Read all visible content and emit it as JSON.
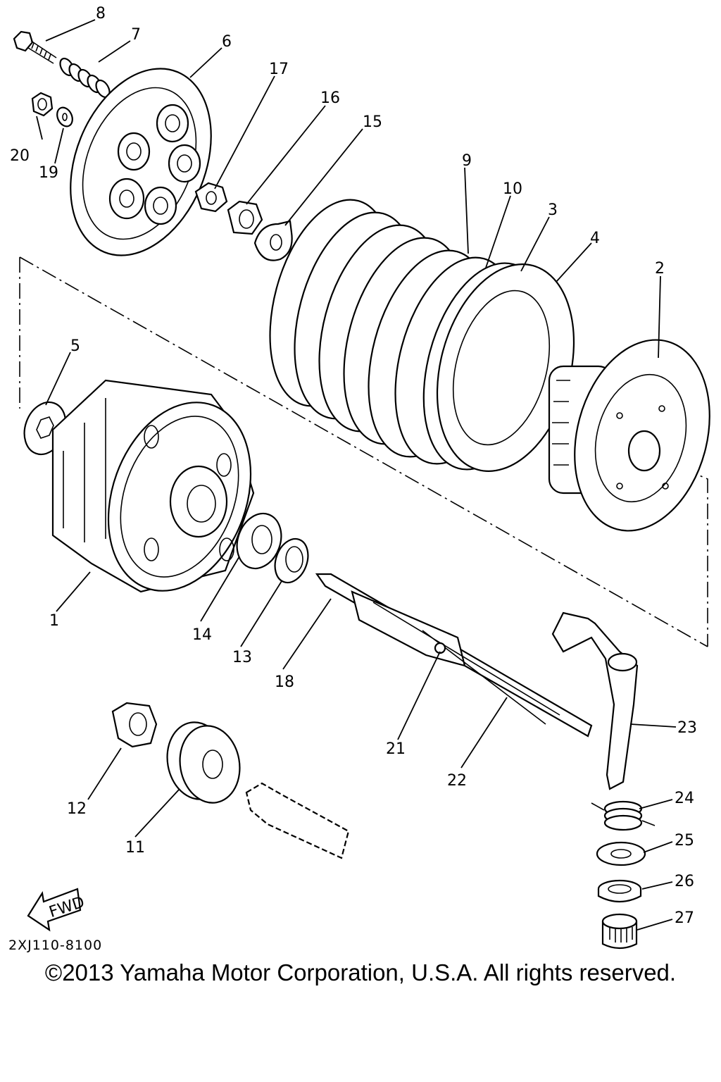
{
  "diagram": {
    "code": "2XJ110-8100",
    "fwd_label": "FWD",
    "callouts": [
      "1",
      "2",
      "3",
      "4",
      "5",
      "6",
      "7",
      "8",
      "9",
      "10",
      "11",
      "12",
      "13",
      "14",
      "15",
      "16",
      "17",
      "18",
      "19",
      "20",
      "21",
      "22",
      "23",
      "24",
      "25",
      "26",
      "27"
    ]
  },
  "footer": {
    "copyright": "©2013 Yamaha Motor Corporation, U.S.A. All rights reserved."
  }
}
